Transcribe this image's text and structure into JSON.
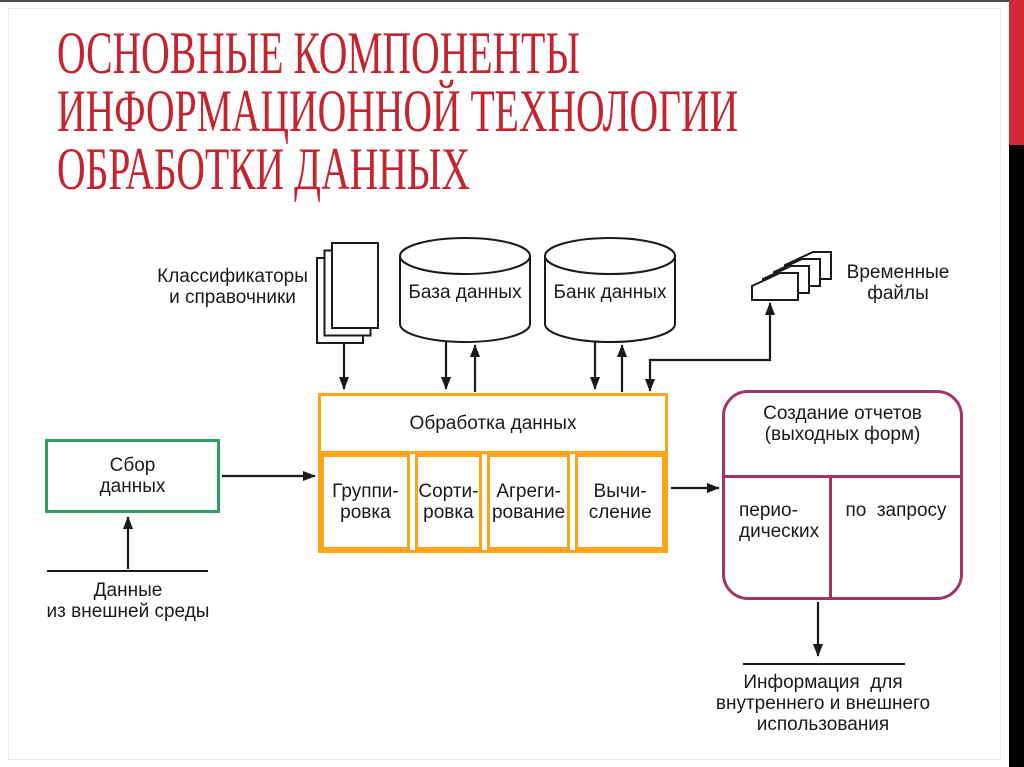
{
  "slide": {
    "title_lines": [
      "ОСНОВНЫЕ КОМПОНЕНТЫ",
      "ИНФОРМАЦИОННОЙ ТЕХНОЛОГИИ",
      "ОБРАБОТКИ ДАННЫХ"
    ],
    "colors": {
      "title_red": "#c4242f",
      "accent_bar_red": "#d32b35",
      "accent_bar_black": "#000000",
      "processing_border_orange": "#ffa31a",
      "collection_border_green": "#2f9e62",
      "reports_border_purple": "#a03568",
      "line_black": "#1a1a1a"
    }
  },
  "diagram": {
    "classifiers_label": "Классификаторы\nи справочники",
    "database_label": "База данных",
    "databank_label": "Банк данных",
    "temp_files_label": "Временные\nфайлы",
    "processing": {
      "title": "Обработка данных",
      "operations": [
        "Группи-\nровка",
        "Сорти-\nровка",
        "Агреги-\nрование",
        "Вычи-\nсление"
      ]
    },
    "collection_label": "Сбор\nданных",
    "external_data_label": "Данные\nиз внешней среды",
    "reports": {
      "title": "Создание отчетов\n(выходных форм)",
      "periodic_label": "перио-\nдических",
      "on_request_label": "по  запросу"
    },
    "info_label": "Информация  для\nвнутреннего и внешнего\nиспользования"
  }
}
